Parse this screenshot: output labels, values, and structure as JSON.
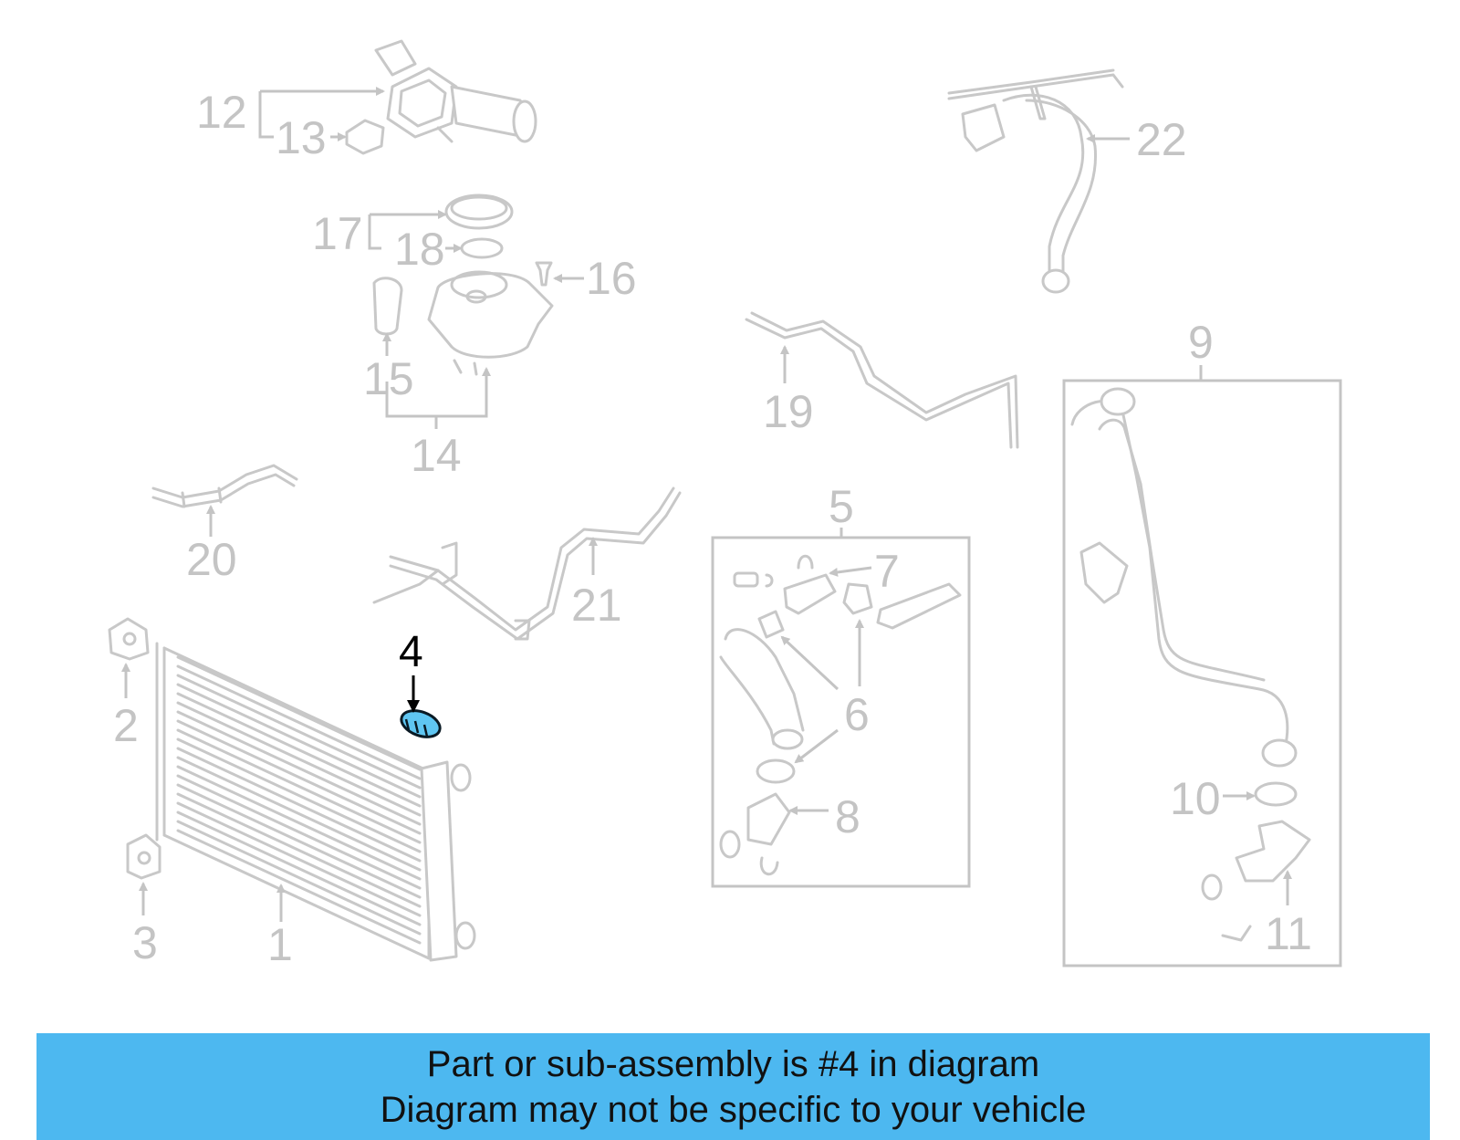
{
  "callouts": {
    "c1": "1",
    "c2": "2",
    "c3": "3",
    "c4": "4",
    "c5": "5",
    "c6": "6",
    "c7": "7",
    "c8": "8",
    "c9": "9",
    "c10": "10",
    "c11": "11",
    "c12": "12",
    "c13": "13",
    "c14": "14",
    "c15": "15",
    "c16": "16",
    "c17": "17",
    "c18": "18",
    "c19": "19",
    "c20": "20",
    "c21": "21",
    "c22": "22"
  },
  "highlighted_part": "4",
  "colors": {
    "banner": "#4db8f0",
    "highlight": "#5fc6f2",
    "line_art": "#c8c8c8"
  },
  "banner": {
    "line1": "Part or sub-assembly is #4 in diagram",
    "line2": "Diagram may not be specific to your vehicle"
  }
}
